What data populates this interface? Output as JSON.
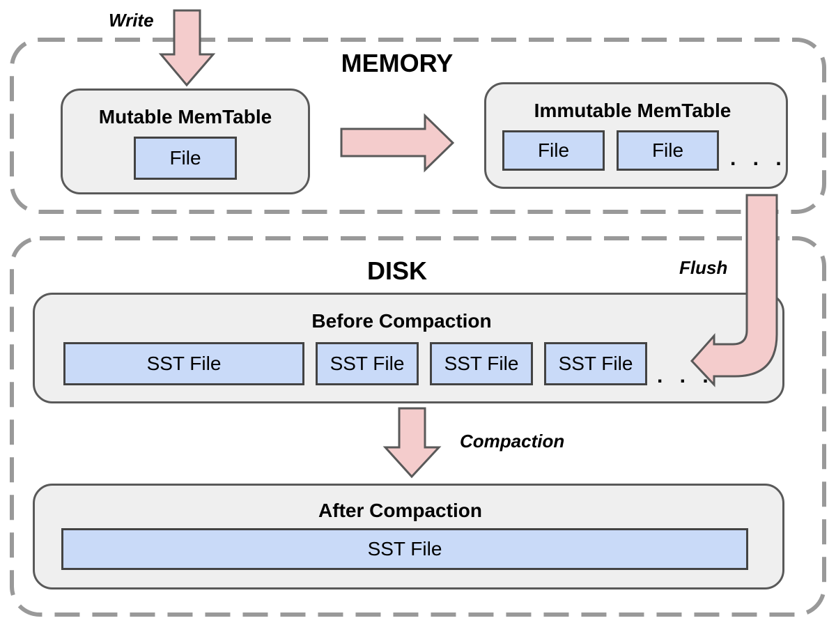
{
  "memory": {
    "label": "MEMORY",
    "mutable": {
      "title": "Mutable MemTable",
      "file": "File"
    },
    "immutable": {
      "title": "Immutable MemTable",
      "files": [
        "File",
        "File"
      ],
      "ellipsis": ". . ."
    }
  },
  "disk": {
    "label": "DISK",
    "before": {
      "title": "Before Compaction",
      "files": [
        "SST File",
        "SST File",
        "SST File",
        "SST File"
      ],
      "ellipsis": ". . ."
    },
    "after": {
      "title": "After Compaction",
      "file": "SST File"
    }
  },
  "flows": {
    "write": "Write",
    "flush": "Flush",
    "compaction": "Compaction"
  },
  "colors": {
    "arrow_fill": "#f4cccc",
    "arrow_stroke": "#595959",
    "file_fill": "#c9daf8",
    "panel_fill": "#efefef",
    "region_dash": "#999999"
  }
}
